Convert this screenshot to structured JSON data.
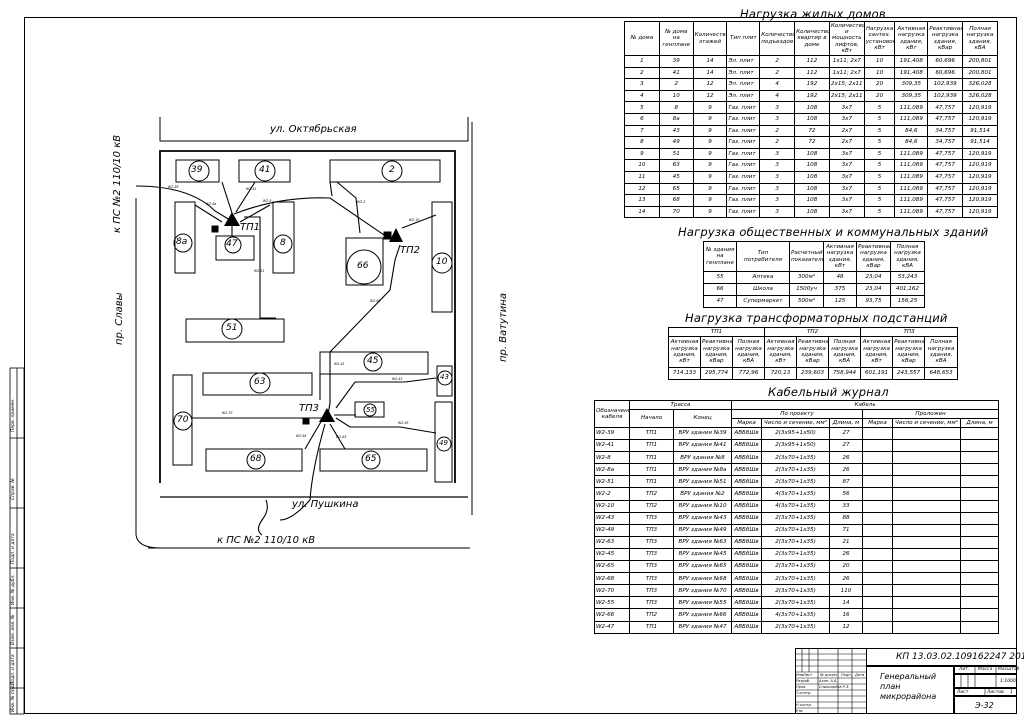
{
  "plan": {
    "street_top": "ул. Октябрьская",
    "street_bottom": "ул. Пушкина",
    "street_left": "пр. Славы",
    "street_right": "пр. Ватутина",
    "feed_left": "к ПС №2 110/10 кВ",
    "feed_bottom": "к ПС №2 110/10 кВ",
    "tp1": "ТП1",
    "tp2": "ТП2",
    "tp3": "ТП3",
    "buildings": {
      "b39": "39",
      "b41": "41",
      "b2": "2",
      "b8a": "8а",
      "b47": "47",
      "b8": "8",
      "b66": "66",
      "b10": "10",
      "b51": "51",
      "b45": "45",
      "b43": "43",
      "b63": "63",
      "b70": "70",
      "b55": "55",
      "b49": "49",
      "b68": "68",
      "b65": "65"
    }
  },
  "residential": {
    "title": "Нагрузка жилых домов",
    "headers": [
      "№ дома",
      "№ дома на генплане",
      "Количество этажей",
      "Тип плит",
      "Количество подъездов",
      "Количество квартир в доме",
      "Количество и мощность лифтов, кВт",
      "Нагрузка сантех. установок, кВт",
      "Активная нагрузка здания, кВт",
      "Реактивная нагрузка здания, кВар",
      "Полная нагрузка здания, кВА"
    ],
    "rows": [
      [
        "1",
        "39",
        "14",
        "Эл. плит",
        "2",
        "112",
        "1х11; 2х7",
        "10",
        "191,408",
        "60,696",
        "200,801"
      ],
      [
        "2",
        "41",
        "14",
        "Эл. плит",
        "2",
        "112",
        "1х11; 2х7",
        "10",
        "191,408",
        "60,696",
        "200,801"
      ],
      [
        "3",
        "2",
        "12",
        "Эл. плит",
        "4",
        "192",
        "2х15; 2х11",
        "20",
        "309,35",
        "102,939",
        "326,028"
      ],
      [
        "4",
        "10",
        "12",
        "Эл. плит",
        "4",
        "192",
        "2х15; 2х11",
        "20",
        "309,35",
        "102,939",
        "326,028"
      ],
      [
        "5",
        "8",
        "9",
        "Газ. плит",
        "3",
        "108",
        "3х7",
        "5",
        "111,089",
        "47,757",
        "120,919"
      ],
      [
        "6",
        "8а",
        "9",
        "Газ. плит",
        "3",
        "108",
        "3х7",
        "5",
        "111,089",
        "47,757",
        "120,919"
      ],
      [
        "7",
        "43",
        "9",
        "Газ. плит",
        "2",
        "72",
        "2х7",
        "5",
        "84,6",
        "34,757",
        "91,514"
      ],
      [
        "8",
        "49",
        "9",
        "Газ. плит",
        "2",
        "72",
        "2х7",
        "5",
        "84,6",
        "34,757",
        "91,514"
      ],
      [
        "9",
        "51",
        "9",
        "Газ. плит",
        "3",
        "108",
        "3х7",
        "5",
        "111,089",
        "47,757",
        "120,919"
      ],
      [
        "10",
        "63",
        "9",
        "Газ. плит",
        "3",
        "108",
        "3х7",
        "5",
        "111,089",
        "47,757",
        "120,919"
      ],
      [
        "11",
        "45",
        "9",
        "Газ. плит",
        "3",
        "108",
        "3х7",
        "5",
        "111,089",
        "47,757",
        "120,919"
      ],
      [
        "12",
        "65",
        "9",
        "Газ. плит",
        "3",
        "108",
        "3х7",
        "5",
        "111,089",
        "47,757",
        "120,919"
      ],
      [
        "13",
        "68",
        "9",
        "Газ. плит",
        "3",
        "108",
        "3х7",
        "5",
        "111,089",
        "47,757",
        "120,919"
      ],
      [
        "14",
        "70",
        "9",
        "Газ. плит",
        "3",
        "108",
        "3х7",
        "5",
        "111,089",
        "47,757",
        "120,919"
      ]
    ]
  },
  "public": {
    "title": "Нагрузка общественных и коммунальных зданий",
    "headers": [
      "№ здания на генплане",
      "Тип потребителя",
      "Расчетный показатель",
      "Активная нагрузка здания, кВт",
      "Реактивная нагрузка здания, кВар",
      "Полная нагрузка здания, кВА"
    ],
    "rows": [
      [
        "55",
        "Аптека",
        "300м²",
        "48",
        "23,04",
        "53,243"
      ],
      [
        "66",
        "Школа",
        "1500уч",
        "375",
        "23,04",
        "401,162"
      ],
      [
        "47",
        "Супермаркет",
        "500м²",
        "125",
        "93,75",
        "156,25"
      ]
    ]
  },
  "substations": {
    "title": "Нагрузка трансформаторных подстанций",
    "groups": [
      "ТП1",
      "ТП2",
      "ТП3"
    ],
    "headers": [
      "Активная нагрузка здания, кВт",
      "Реактивная нагрузка здания, кВар",
      "Полная нагрузка здания, кВА"
    ],
    "values": [
      "714,133",
      "295,774",
      "772,96",
      "720,13",
      "239,603",
      "758,944",
      "601,191",
      "243,557",
      "648,653"
    ]
  },
  "cables": {
    "title": "Кабельный журнал",
    "h_designation": "Обозначение кабеля",
    "h_route": "Трасса",
    "h_cable": "Кабель",
    "h_start": "Начало",
    "h_end": "Конец",
    "h_project": "По проекту",
    "h_laid": "Проложен",
    "h_mark": "Марка",
    "h_section": "Число и сечение, мм²",
    "h_length": "Длина, м",
    "rows": [
      [
        "W2-39",
        "ТП1",
        "ВРУ здания №39",
        "АВБбШв",
        "2(3х95+1х50)",
        "27"
      ],
      [
        "W2-41",
        "ТП1",
        "ВРУ здания №41",
        "АВБбШв",
        "2(3х95+1х50)",
        "27"
      ],
      [
        "W2-8",
        "ТП1",
        "ВРУ здания №8",
        "АВБбШв",
        "2(3х70+1х35)",
        "26"
      ],
      [
        "W2-8а",
        "ТП1",
        "ВРУ здания №8а",
        "АВБбШв",
        "2(3х70+1х35)",
        "26"
      ],
      [
        "W2-51",
        "ТП1",
        "ВРУ здания №51",
        "АВБбШв",
        "2(3х70+1х35)",
        "87"
      ],
      [
        "W2-2",
        "ТП2",
        "ВРУ здания №2",
        "АВБбШв",
        "4(3х70+1х35)",
        "56"
      ],
      [
        "W2-10",
        "ТП2",
        "ВРУ здания №10",
        "АВБбШв",
        "4(3х70+1х35)",
        "33"
      ],
      [
        "W2-43",
        "ТП3",
        "ВРУ здания №43",
        "АВБбШв",
        "2(3х70+1х35)",
        "88"
      ],
      [
        "W2-49",
        "ТП3",
        "ВРУ здания №49",
        "АВБбШв",
        "2(3х70+1х35)",
        "71"
      ],
      [
        "W2-63",
        "ТП3",
        "ВРУ здания №63",
        "АВБбШв",
        "2(3х70+1х35)",
        "21"
      ],
      [
        "W2-45",
        "ТП3",
        "ВРУ здания №45",
        "АВБбШв",
        "2(3х70+1х35)",
        "26"
      ],
      [
        "W2-65",
        "ТП3",
        "ВРУ здания №65",
        "АВБбШв",
        "2(3х70+1х35)",
        "20"
      ],
      [
        "W2-68",
        "ТП3",
        "ВРУ здания №68",
        "АВБбШв",
        "2(3х70+1х35)",
        "26"
      ],
      [
        "W2-70",
        "ТП3",
        "ВРУ здания №70",
        "АВБбШв",
        "2(3х70+1х35)",
        "110"
      ],
      [
        "W2-55",
        "ТП3",
        "ВРУ здания №55",
        "АВБбШв",
        "2(3х70+1х35)",
        "14"
      ],
      [
        "W2-66",
        "ТП2",
        "ВРУ здания №66",
        "АВБбШв",
        "4(3х70+1х35)",
        "16"
      ],
      [
        "W2-47",
        "ТП1",
        "ВРУ здания №47",
        "АВБбШв",
        "2(3х70+1х35)",
        "12"
      ]
    ]
  },
  "stamp": {
    "code": "КП 13.03.02.109162247 2019 ГЧ",
    "name": "Генеральный план микрорайона",
    "group": "Э-32",
    "h_change": "Изм.",
    "h_sheet": "Лист",
    "h_doc": "№ докум.",
    "h_sign": "Подп.",
    "h_date": "Дата",
    "role_dev": "Разраб.",
    "person_dev": "Ахан. А.А.",
    "role_check": "Пров.",
    "person_check": "Сниккарёва Р.З.",
    "role_tcontrol": "Т.контр.",
    "role_ncontrol": "Н.контр.",
    "role_approve": "Утв.",
    "lit": "Лит.",
    "mass": "Масса",
    "scale": "Масштаб",
    "scale_value": "1:1000",
    "sheet": "Лист",
    "sheets": "Листов",
    "sheets_value": "1"
  },
  "side": {
    "perv": "Перв. примен.",
    "sprav": "Справ. №",
    "podp1": "Подп. и дата",
    "inv_dubl": "Инв. № дубл.",
    "vzam": "Взам. инв. №",
    "podp2": "Подп. и дата",
    "inv_podl": "Инв. № подл."
  }
}
